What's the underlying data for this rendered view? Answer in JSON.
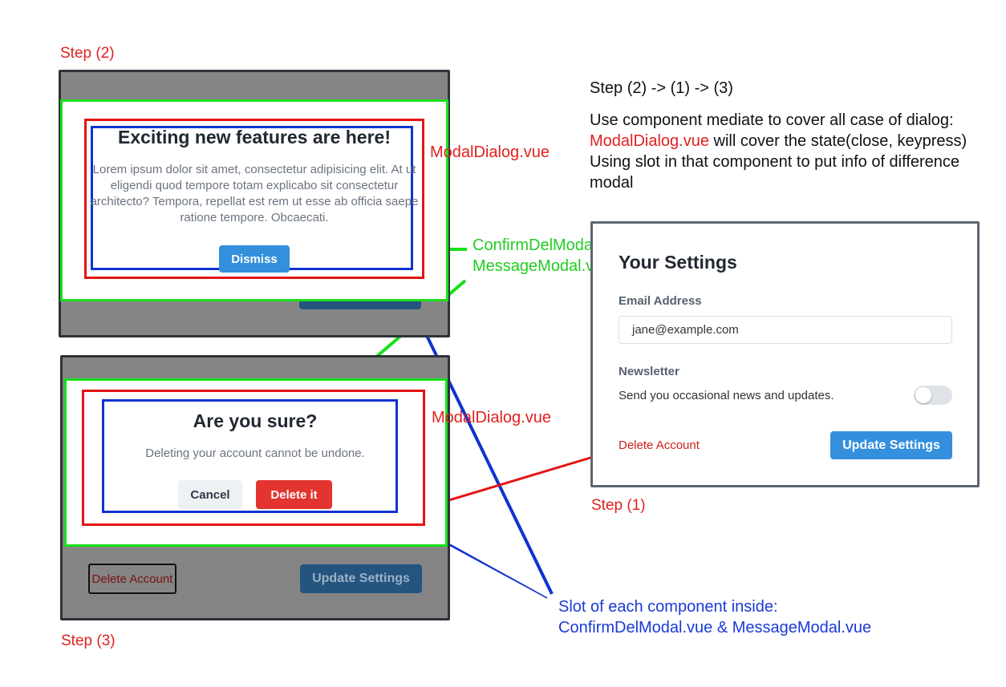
{
  "steps": {
    "step2": "Step  (2)",
    "step3": "Step (3)",
    "step1": "Step (1)",
    "sequence": "Step  (2) -> (1) -> (3)"
  },
  "description": {
    "line1": "Use component mediate to cover all case of dialog:",
    "line2_highlight": "ModalDialog.vue",
    "line2_rest": " will cover the state(close, keypress)",
    "line3": "Using slot in that component to put info of difference",
    "line4": "modal"
  },
  "annotations": {
    "modal_dialog_top": "ModalDialog.vue",
    "modal_dialog_bottom": "ModalDialog.vue",
    "confirm_del": "ConfirmDelModal.vue",
    "message_modal": "MessageModal.vue",
    "slot_line1": "Slot of each component inside:",
    "slot_line2": "ConfirmDelModal.vue & MessageModal.vue"
  },
  "message_modal": {
    "title": "Exciting new features are here!",
    "body": "Lorem ipsum dolor sit amet, consectetur adipisicing elit. At ut eligendi quod tempore totam explicabo sit consectetur architecto? Tempora, repellat est rem ut esse ab officia saepe ratione tempore. Obcaecati.",
    "dismiss_label": "Dismiss"
  },
  "confirm_modal": {
    "title": "Are you sure?",
    "body": "Deleting your account cannot be undone.",
    "cancel_label": "Cancel",
    "delete_label": "Delete it"
  },
  "background_page": {
    "delete_account": "Delete Account",
    "update_settings": "Update Settings"
  },
  "settings": {
    "title": "Your Settings",
    "email_label": "Email Address",
    "email_value": "jane@example.com",
    "newsletter_label": "Newsletter",
    "newsletter_text": "Send you occasional news and updates.",
    "delete_account": "Delete Account",
    "update_settings": "Update Settings"
  },
  "colors": {
    "annotation_red": "#e02020",
    "annotation_green": "#22cc22",
    "annotation_blue": "#1a3ad8",
    "primary_button": "#3490dc",
    "danger_button": "#e3342f"
  }
}
